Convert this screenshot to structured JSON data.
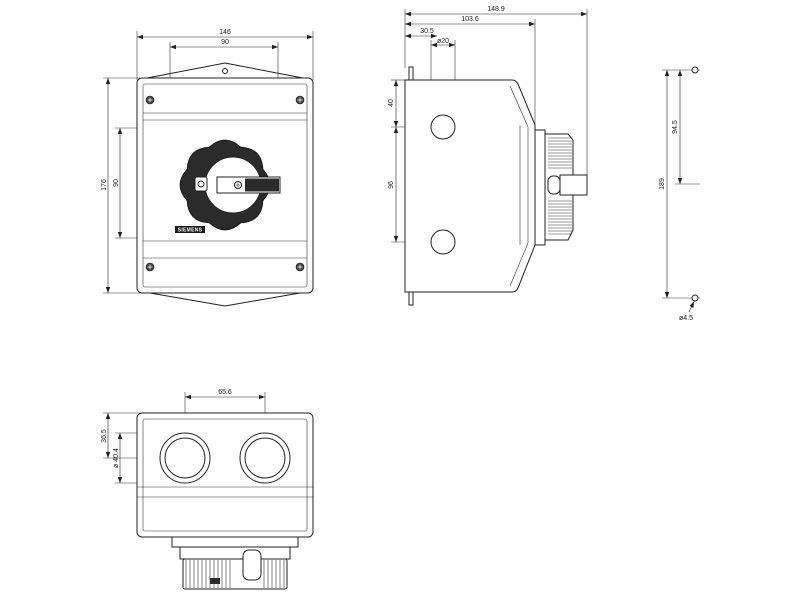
{
  "drawing": {
    "front_view": {
      "width_overall": "146",
      "width_panel": "90",
      "height_overall": "176",
      "height_panel": "90",
      "logo": "SIEMENS"
    },
    "side_view": {
      "depth_overall": "148.9",
      "depth_body": "103.6",
      "hole_offset": "30.5",
      "hole_diameter": "ø20",
      "hole_top": "40",
      "hole_spacing": "96"
    },
    "mounting_view": {
      "hole_spacing": "189",
      "hole_half_spacing": "94.5",
      "hole_diameter": "ø4.5"
    },
    "bottom_view": {
      "hole_spacing": "65.6",
      "hole_offset": "36.5",
      "hole_diameter": "ø 40.4"
    }
  },
  "colors": {
    "line": "#222222",
    "background": "#ffffff"
  }
}
